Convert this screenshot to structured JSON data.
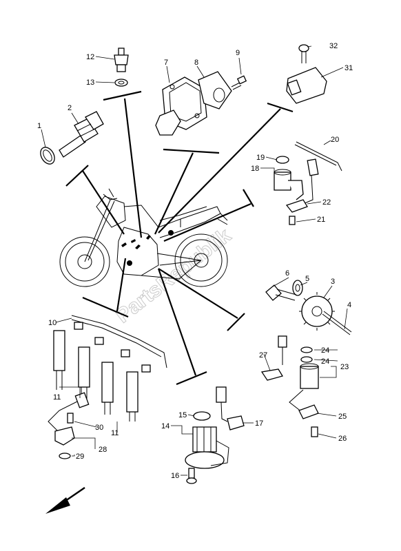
{
  "diagram": {
    "watermark": "PartsRepublik",
    "callouts": [
      "1",
      "2",
      "3",
      "4",
      "5",
      "6",
      "7",
      "8",
      "9",
      "10",
      "11",
      "11",
      "12",
      "13",
      "14",
      "15",
      "16",
      "17",
      "18",
      "19",
      "20",
      "21",
      "22",
      "23",
      "24",
      "24",
      "25",
      "26",
      "27",
      "28",
      "29",
      "30",
      "31",
      "32"
    ]
  }
}
